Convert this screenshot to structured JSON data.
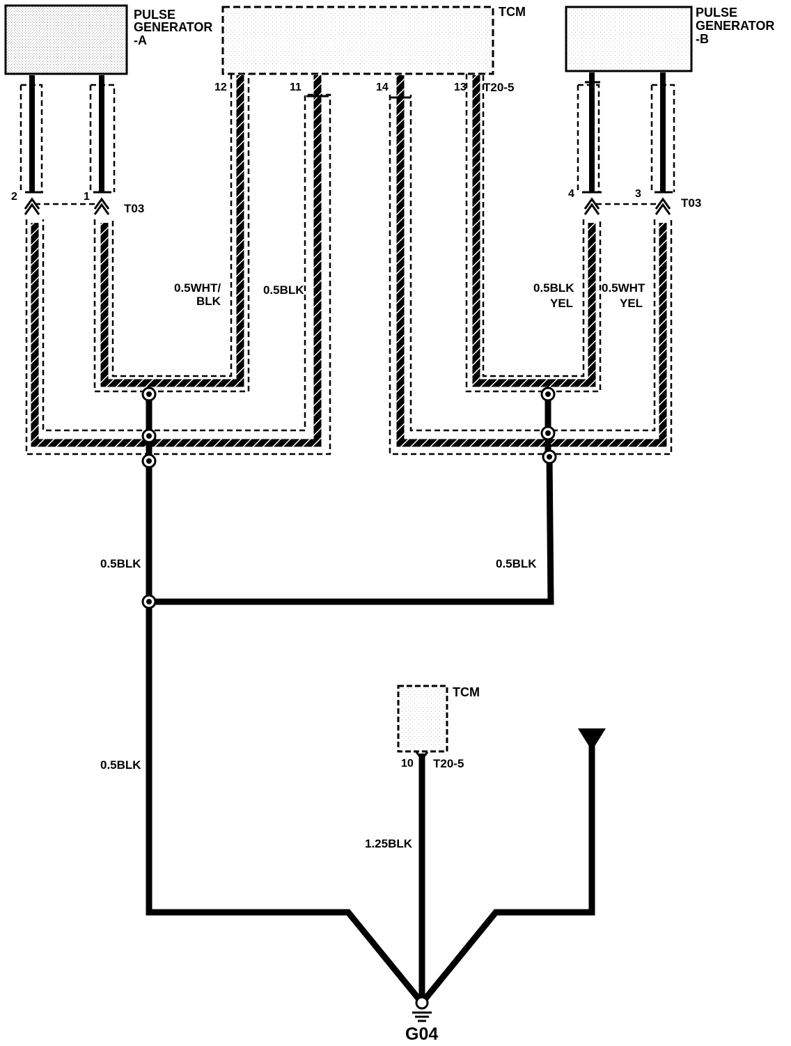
{
  "components": {
    "pulse_generator_a": {
      "line1": "PULSE",
      "line2": "GENERATOR",
      "line3": "-A"
    },
    "tcm_top": "TCM",
    "pulse_generator_b": {
      "line1": "PULSE",
      "line2": "GENERATOR",
      "line3": "-B"
    },
    "tcm_bottom": "TCM"
  },
  "connectors": {
    "t03_left": "T03",
    "t03_right": "T03",
    "t20_top": "T20-5",
    "t20_bottom": "T20-5"
  },
  "pins": {
    "pga_2": "2",
    "pga_1": "1",
    "tcm_12": "12",
    "tcm_11": "11",
    "tcm_14": "14",
    "tcm_13": "13",
    "pgb_4": "4",
    "pgb_3": "3",
    "tcm_10": "10"
  },
  "wires": {
    "wht_blk_left": {
      "line1": "0.5WHT/",
      "line2": "BLK"
    },
    "blk_left": "0.5BLK",
    "blk_yel_right": {
      "line1": "0.5BLK",
      "line2": "YEL"
    },
    "wht_yel_right": {
      "line1": "0.5WHT",
      "line2": "YEL"
    },
    "ground_left_upper": "0.5BLK",
    "ground_right_upper": "0.5BLK",
    "ground_left_lower": "0.5BLK",
    "tcm_ground": "1.25BLK"
  },
  "ground_point": "G04"
}
